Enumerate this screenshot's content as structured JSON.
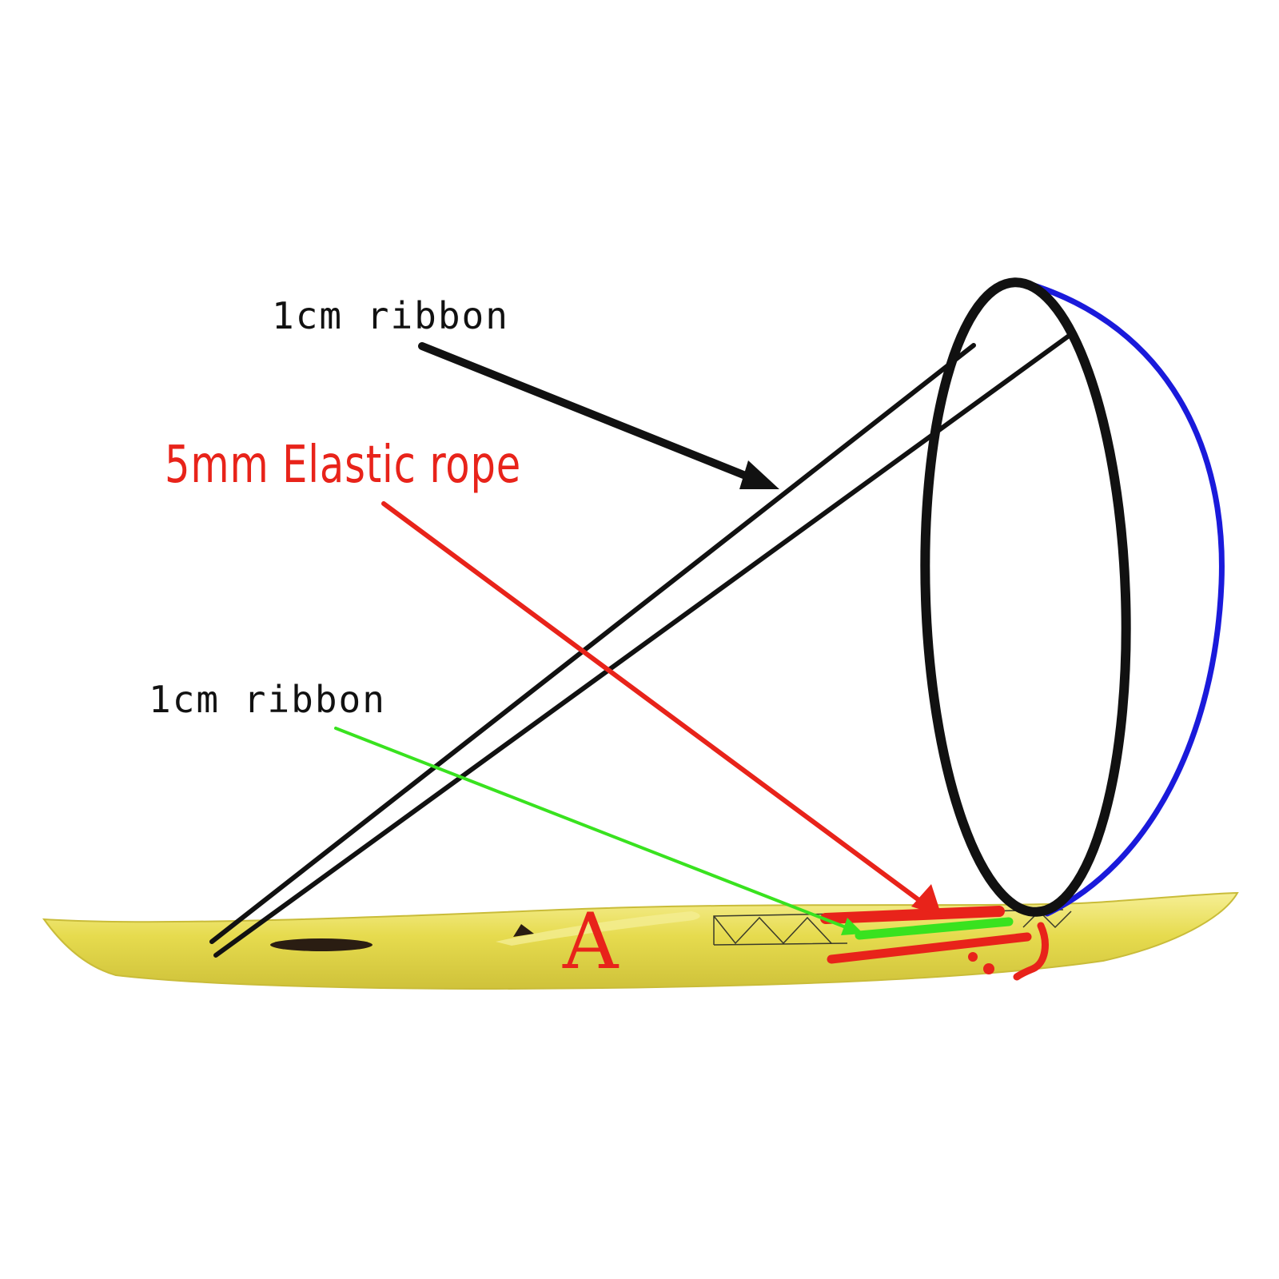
{
  "labels": {
    "ribbon_top": "1cm ribbon",
    "elastic_rope": "5mm Elastic rope",
    "ribbon_bottom": "1cm ribbon",
    "kayak_mark": "A"
  },
  "colors": {
    "background": "#ffffff",
    "ribbon_label": "#111111",
    "elastic_label": "#e8231a",
    "kayak_mark": "#e8231a",
    "kayak_hull": "#e6db4e",
    "kayak_highlight": "#f4ee92",
    "hoop": "#111111",
    "hoop_back": "#1a1adb",
    "pole": "#111111",
    "arrow_ribbon_top": "#111111",
    "arrow_elastic": "#e8231a",
    "arrow_ribbon_bottom": "#39e21f"
  }
}
